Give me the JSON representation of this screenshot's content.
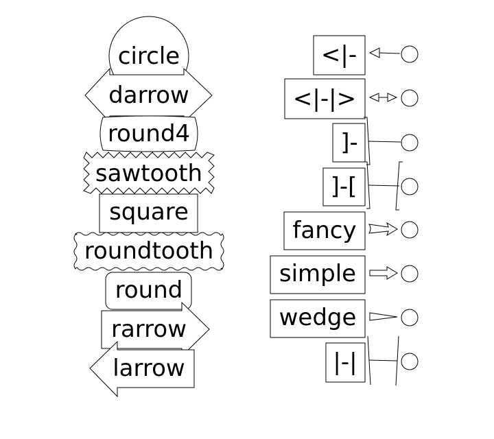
{
  "boxstyles": {
    "circle": "circle",
    "darrow": "darrow",
    "round4": "round4",
    "sawtooth": "sawtooth",
    "square": "square",
    "roundtooth": "roundtooth",
    "round": "round",
    "rarrow": "rarrow",
    "larrow": "larrow"
  },
  "arrowstyles": {
    "a1": "<|-",
    "a2": "<|-|>",
    "a3": "]-",
    "a4": "]-[",
    "a5": "fancy",
    "a6": "simple",
    "a7": "wedge",
    "a8": "|-|"
  }
}
